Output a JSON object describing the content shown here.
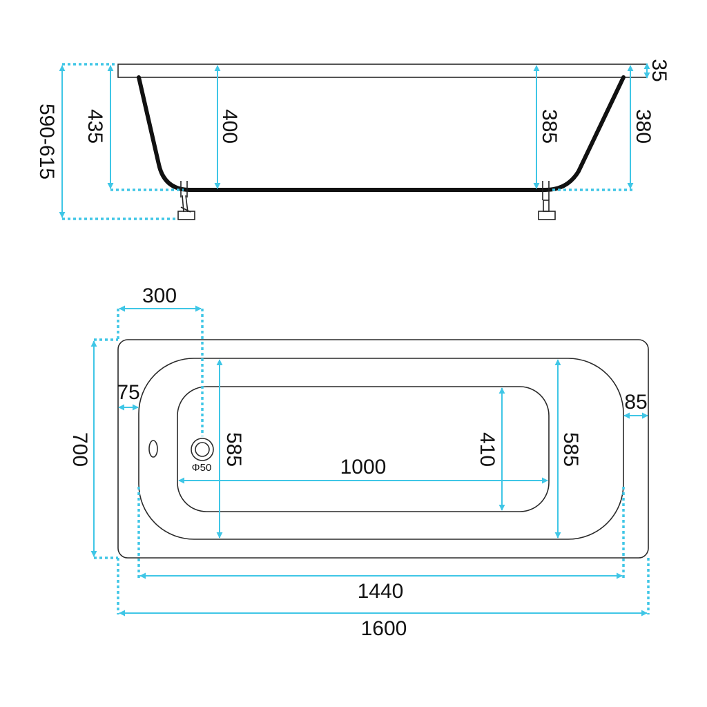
{
  "colors": {
    "dimension": "#3fc6e6",
    "outline": "#2a2a2a",
    "tub_wall": "#111111"
  },
  "side_view": {
    "total_height": "590-615",
    "outer_height": "435",
    "depth_left": "400",
    "depth_right": "385",
    "outer_right_height": "380",
    "rim_thickness": "35"
  },
  "top_view": {
    "drain_offset": "300",
    "rim_left": "75",
    "rim_right": "85",
    "outer_width": "700",
    "inner_width_left": "585",
    "inner_width_right": "585",
    "bottom_width": "410",
    "bottom_length": "1000",
    "drain_diameter": "Φ50",
    "inner_length": "1440",
    "outer_length": "1600"
  }
}
